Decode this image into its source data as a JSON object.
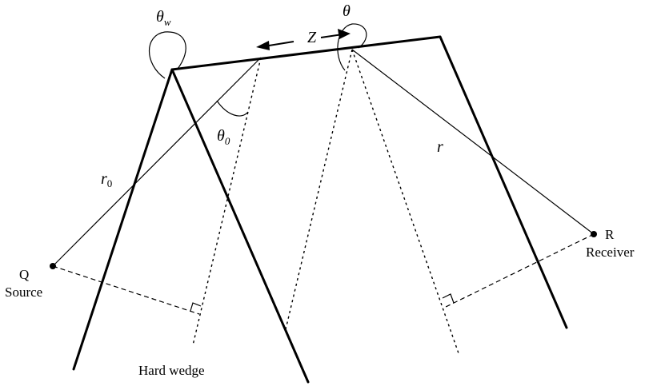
{
  "labels": {
    "theta_w": "θ",
    "theta_w_sub": "w",
    "z": "Z",
    "theta": "θ",
    "theta_0": "θ",
    "theta_0_sub": "0",
    "r0": "r",
    "r0_sub": "0",
    "r": "r",
    "q_letter": "Q",
    "q_caption": "Source",
    "r_letter": "R",
    "r_caption": "Receiver",
    "wedge_caption": "Hard wedge"
  }
}
